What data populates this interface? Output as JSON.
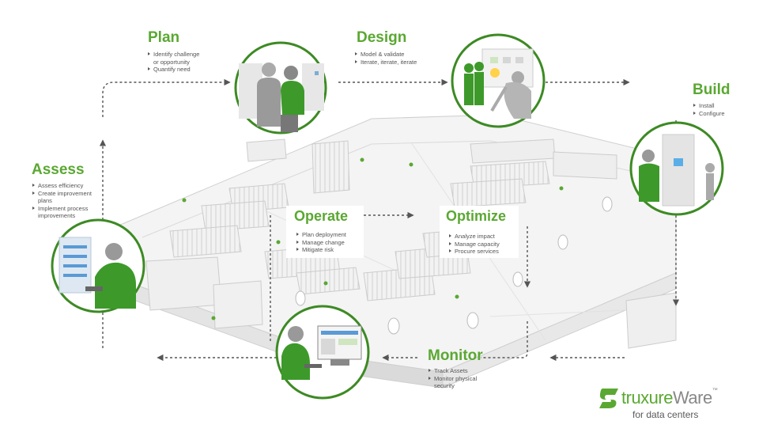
{
  "stages": {
    "plan": {
      "title": "Plan",
      "bullets": [
        "Identify challenge",
        "or opportunity",
        "Quantify need"
      ]
    },
    "design": {
      "title": "Design",
      "bullets": [
        "Model & validate",
        "Iterate, iterate, iterate"
      ]
    },
    "build": {
      "title": "Build",
      "bullets": [
        "Install",
        "Configure"
      ]
    },
    "assess": {
      "title": "Assess",
      "bullets": [
        "Assess efficiency",
        "Create improvement",
        "plans",
        "Implement process",
        "improvements"
      ]
    },
    "operate": {
      "title": "Operate",
      "bullets": [
        "Plan deployment",
        "Manage change",
        "Mitigate risk"
      ]
    },
    "optimize": {
      "title": "Optimize",
      "bullets": [
        "Analyze impact",
        "Manage capacity",
        "Procure services"
      ]
    },
    "monitor": {
      "title": "Monitor",
      "bullets": [
        "Track Assets",
        "Monitor physical",
        "security"
      ]
    }
  },
  "logo": {
    "word_green": "truxure",
    "word_grey": "Ware",
    "tm": "™",
    "tagline": "for data centers"
  },
  "colors": {
    "brand_green": "#5aa832",
    "dark_green": "#3d8a24",
    "line_grey": "#555555"
  }
}
